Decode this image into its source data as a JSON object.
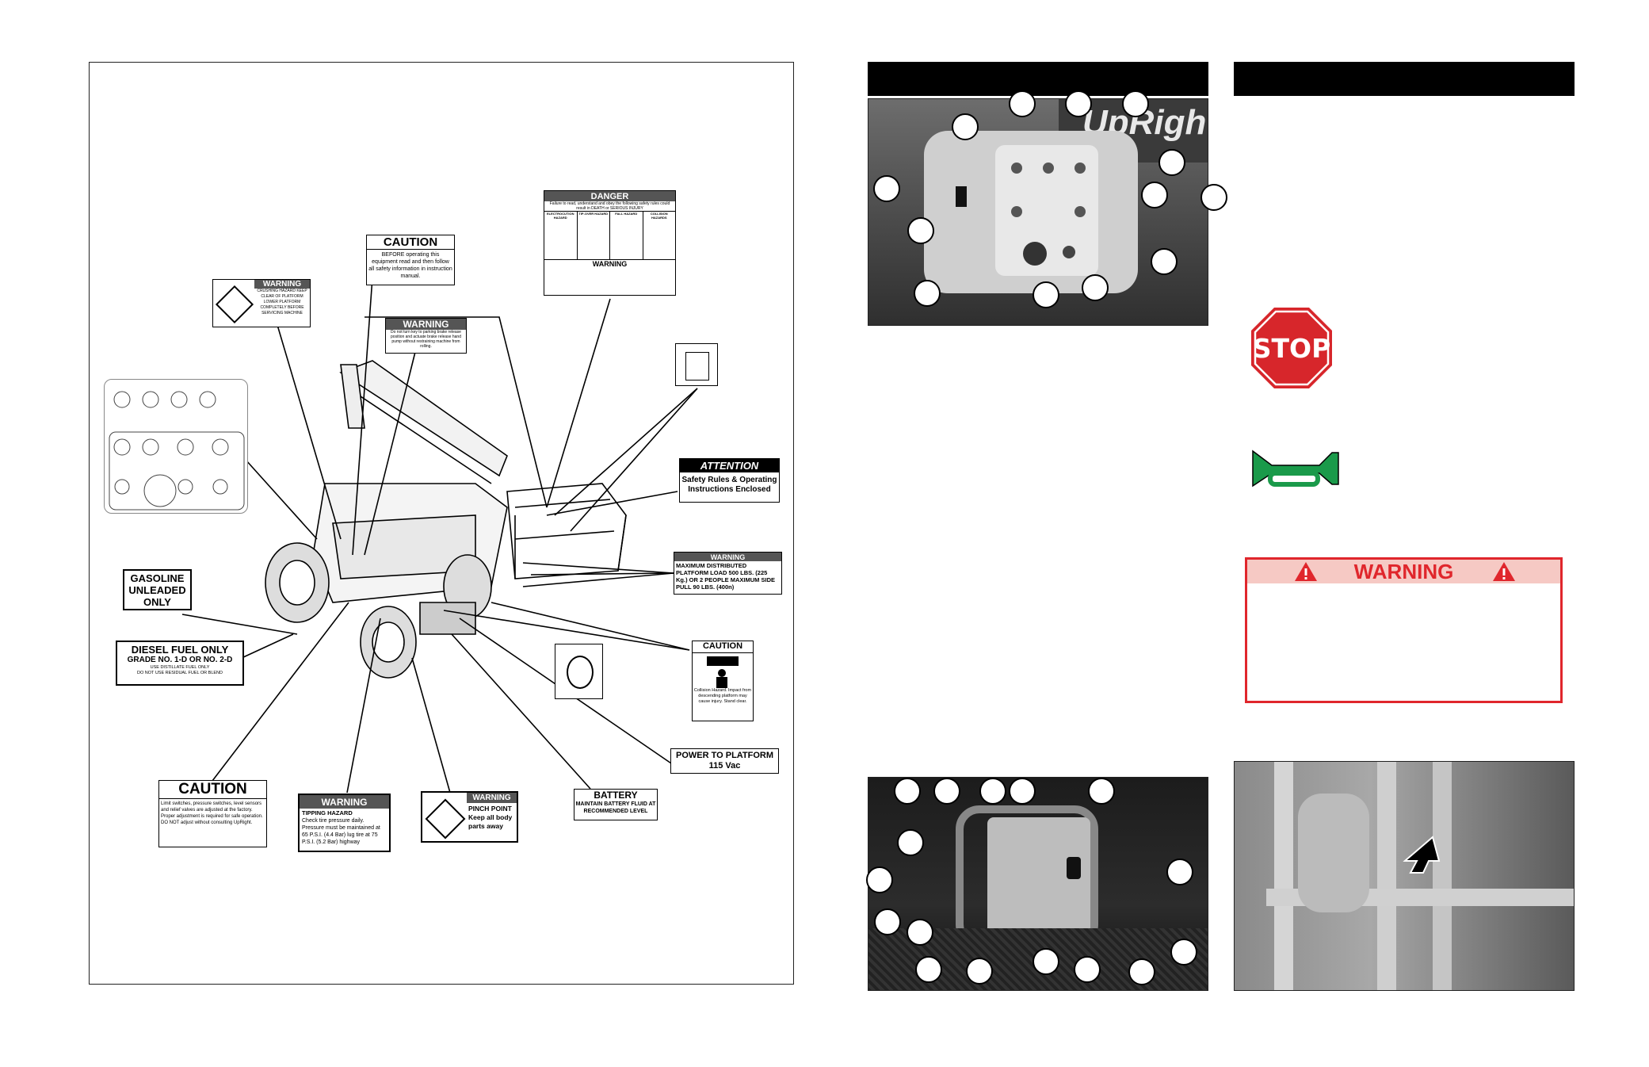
{
  "decals": {
    "danger": {
      "title": "DANGER",
      "intro": "Failure to read, understand and obey the following safety rules could result in DEATH or SERIOUS INJURY",
      "hazards": [
        "ELECTROCUTION HAZARD",
        "TIP-OVER HAZARD",
        "FALL HAZARD",
        "COLLISION HAZARDS"
      ],
      "warning_title": "WARNING"
    },
    "caution_top": {
      "title": "CAUTION",
      "text": "BEFORE operating this equipment read and then follow all safety information in instruction manual."
    },
    "warning_crush": {
      "title": "WARNING",
      "text": "CRUSHING HAZARD KEEP CLEAR OF PLATFORM LOWER PLATFORM COMPLETELY BEFORE SERVICING MACHINE"
    },
    "warning_brake": {
      "title": "WARNING",
      "text": "Do not turn key to parking brake release position and actuate brake release hand pump without restraining machine from rolling."
    },
    "attention": {
      "title": "ATTENTION",
      "text": "Safety Rules & Operating Instructions Enclosed"
    },
    "warning_load": {
      "title": "WARNING",
      "text": "MAXIMUM DISTRIBUTED PLATFORM LOAD 500 LBS. (225 Kg.) OR 2 PEOPLE MAXIMUM SIDE PULL 90 LBS. (400n)"
    },
    "gasoline": {
      "text": "GASOLINE UNLEADED ONLY"
    },
    "diesel": {
      "title": "DIESEL FUEL ONLY",
      "subtitle": "GRADE NO. 1-D OR NO. 2-D",
      "line1": "USE DISTILLATE FUEL ONLY",
      "line2": "DO NOT USE RESIDUAL FUEL OR BLEND"
    },
    "caution_collision": {
      "title": "CAUTION",
      "text": "Collision Hazard. Impact from descending platform may cause injury. Stand clear."
    },
    "power": {
      "line1": "POWER TO PLATFORM",
      "line2": "115 Vac"
    },
    "battery": {
      "title": "BATTERY",
      "text": "MAINTAIN BATTERY FLUID AT RECOMMENDED LEVEL"
    },
    "caution_bottom": {
      "title": "CAUTION",
      "text": "Limit switches, pressure switches, level sensors and relief valves are adjusted at the factory. Proper adjustment is required for safe operation. DO NOT adjust without consulting UpRight."
    },
    "warning_tire": {
      "title": "WARNING",
      "subtitle": "TIPPING HAZARD",
      "text": "Check tire pressure daily. Pressure must be maintained at 65 P.S.I. (4.4 Bar) lug tire at 75 P.S.I. (5.2 Bar) highway"
    },
    "warning_pinch": {
      "title": "WARNING",
      "text": "PINCH POINT Keep all body parts away"
    }
  },
  "photos": {
    "platform_brand": "UpRight"
  },
  "symbols": {
    "stop": "STOP",
    "warning_box_title": "WARNING"
  },
  "icons": {
    "horn": "horn-icon",
    "stop": "stop-sign-icon"
  },
  "colors": {
    "stop_red": "#d7262b",
    "horn_green": "#1a9a4a",
    "warning_red": "#e0262c",
    "warning_header_bg": "#f6c9c4"
  }
}
